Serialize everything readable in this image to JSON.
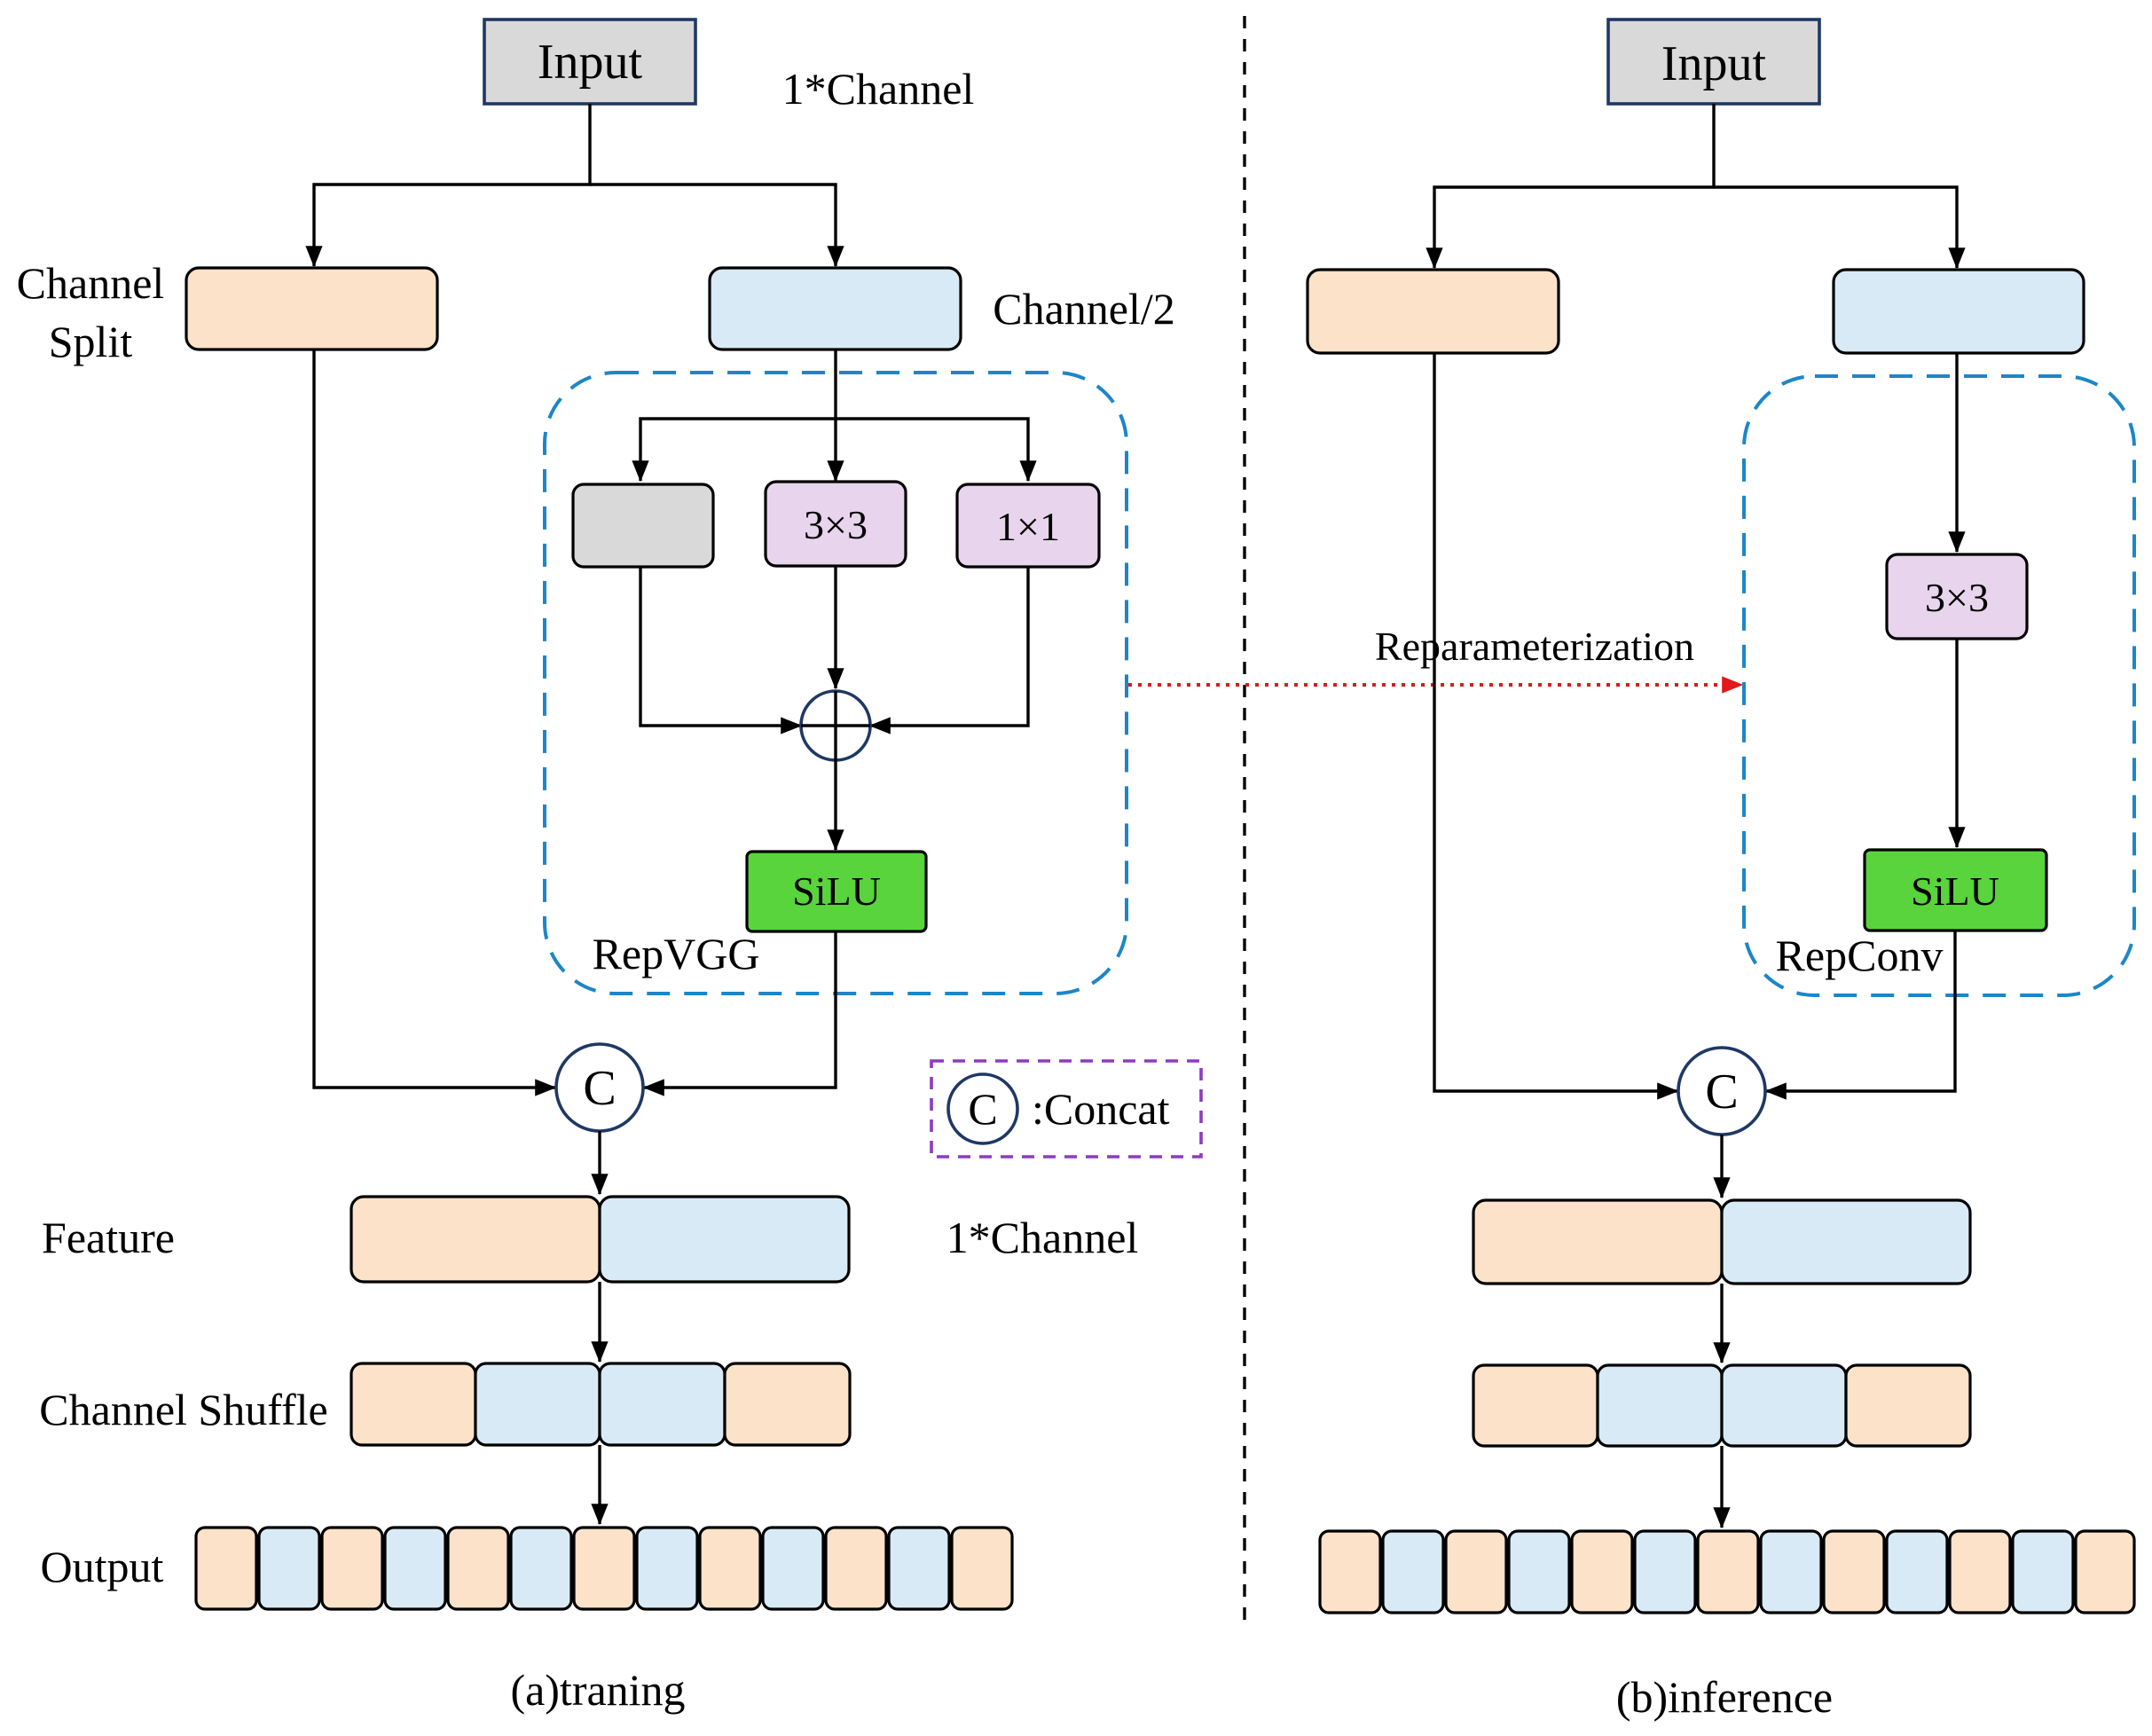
{
  "left": {
    "input_label": "Input",
    "channel_top_label": "1*Channel",
    "channel_split_line1": "Channel",
    "channel_split_line2": "Split",
    "channel_half_label": "Channel/2",
    "conv3_label": "3×3",
    "conv1_label": "1×1",
    "silu_label": "SiLU",
    "repvgg_label": "RepVGG",
    "concat_symbol": "C",
    "feature_label": "Feature",
    "feature_channel_label": "1*Channel",
    "shuffle_label": "Channel Shuffle",
    "output_label": "Output",
    "caption": "(a)traning"
  },
  "legend": {
    "symbol": "C",
    "text": ":Concat"
  },
  "reparam_label": "Reparameterization",
  "right": {
    "input_label": "Input",
    "conv3_label": "3×3",
    "silu_label": "SiLU",
    "repconv_label": "RepConv",
    "concat_symbol": "C",
    "caption": "(b)inference"
  },
  "colors": {
    "orange": "#fbe2c8",
    "blue": "#d8eaf6",
    "gray": "#d9d9d9",
    "pink": "#e8d4ec",
    "green": "#59d43c",
    "dashed_blue": "#1c86c8",
    "red_arrow": "#e2181a",
    "legend_purple": "#8e3bbf"
  }
}
